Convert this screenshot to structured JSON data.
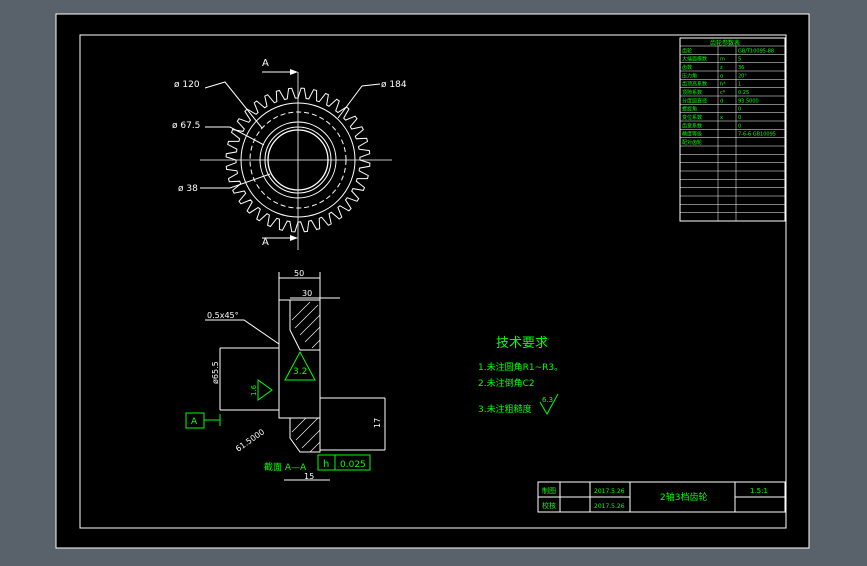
{
  "colors": {
    "background": "#59616a",
    "sheet": "#000000",
    "line": "#ffffff",
    "annotation": "#00ff00",
    "dimension": "#ffffff"
  },
  "gear_view": {
    "section_label_top": "A",
    "section_label_bottom": "A",
    "dim_tip": "ø 184",
    "dim_d1": "ø 120",
    "dim_d2": "ø 67.5",
    "dim_d3": "ø 38"
  },
  "section_view": {
    "dim_width": "50",
    "dim_hub": "30",
    "dim_bore": "ø65.5",
    "chamfer": "0.5x45°",
    "rough_main": "3.2",
    "rough_left": "1.6",
    "dim_height": "17",
    "dim_bottom": "15",
    "datum": "A",
    "tol_symbol": "h",
    "tol_value": "0.025",
    "section_caption": "截面 A—A",
    "bore_note": "61.5000"
  },
  "tech_requirements": {
    "title": "技术要求",
    "items": [
      "1.未注圆角R1~R3。",
      "2.未注倒角C2",
      "3.未注粗糙度"
    ],
    "rough_value": "6.3"
  },
  "param_table": {
    "header": "齿轮参数表",
    "rows": [
      [
        "齿轮",
        "",
        "GB/T10095-88"
      ],
      [
        "大端面模数",
        "m",
        "5"
      ],
      [
        "齿数",
        "z",
        "36"
      ],
      [
        "压力角",
        "α",
        "20°"
      ],
      [
        "齿顶高系数",
        "h*",
        "1"
      ],
      [
        "顶隙系数",
        "c*",
        "0.25"
      ],
      [
        "分度圆直径",
        "d",
        "93.5000"
      ],
      [
        "螺旋角",
        "",
        "0"
      ],
      [
        "变位系数",
        "x",
        "0"
      ],
      [
        "齿宽系数",
        "",
        "0"
      ],
      [
        "精度等级",
        "",
        "7-6-6 GB10095"
      ],
      [
        "配对齿轮",
        "",
        ""
      ],
      [
        "",
        "",
        ""
      ],
      [
        "",
        "",
        ""
      ],
      [
        "",
        "",
        ""
      ],
      [
        "",
        "",
        ""
      ],
      [
        "",
        "",
        ""
      ],
      [
        "",
        "",
        ""
      ],
      [
        "",
        "",
        ""
      ],
      [
        "",
        "",
        ""
      ],
      [
        "",
        "",
        ""
      ]
    ]
  },
  "title_block": {
    "row1_label": "制图",
    "row1_date": "2017.5.26",
    "row2_label": "校核",
    "row2_date": "2017.5.26",
    "part_name": "2轴3档齿轮",
    "scale": "1.5:1"
  }
}
